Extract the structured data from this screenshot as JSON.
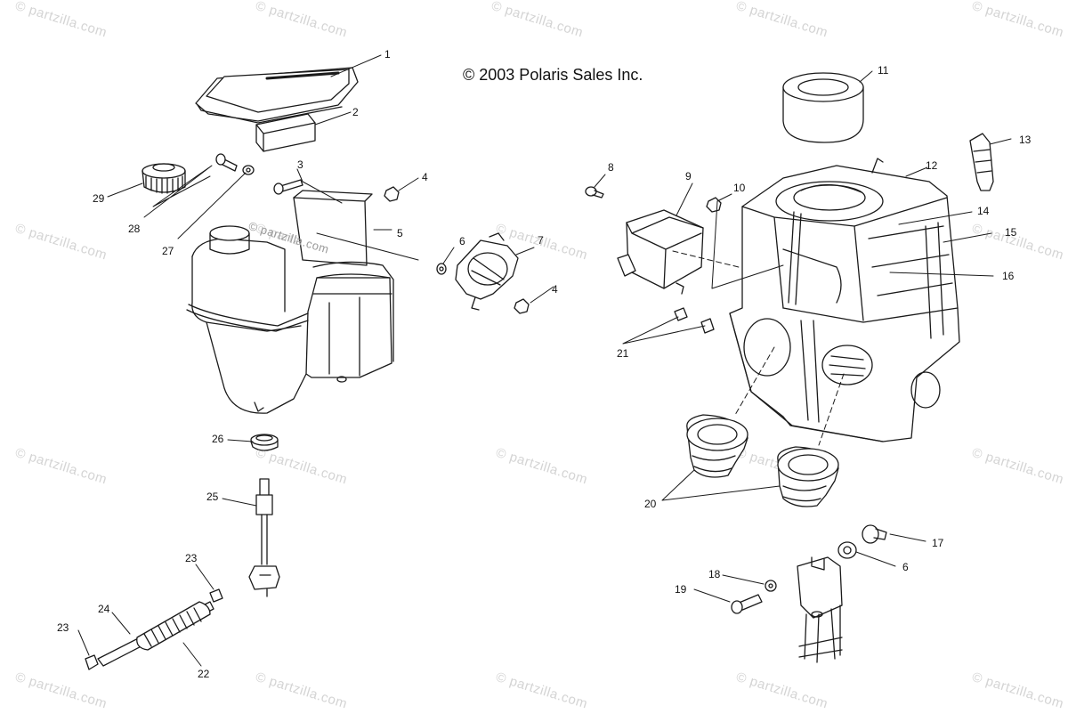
{
  "copyright": "© 2003 Polaris Sales Inc.",
  "watermark": "© partzilla.com",
  "callouts": [
    {
      "id": "c1",
      "label": "1"
    },
    {
      "id": "c2",
      "label": "2"
    },
    {
      "id": "c3",
      "label": "3"
    },
    {
      "id": "c4a",
      "label": "4"
    },
    {
      "id": "c4b",
      "label": "4"
    },
    {
      "id": "c5",
      "label": "5"
    },
    {
      "id": "c6a",
      "label": "6"
    },
    {
      "id": "c6b",
      "label": "6"
    },
    {
      "id": "c7",
      "label": "7"
    },
    {
      "id": "c8",
      "label": "8"
    },
    {
      "id": "c9",
      "label": "9"
    },
    {
      "id": "c10",
      "label": "10"
    },
    {
      "id": "c11",
      "label": "11"
    },
    {
      "id": "c12",
      "label": "12"
    },
    {
      "id": "c13",
      "label": "13"
    },
    {
      "id": "c14",
      "label": "14"
    },
    {
      "id": "c15",
      "label": "15"
    },
    {
      "id": "c16",
      "label": "16"
    },
    {
      "id": "c17",
      "label": "17"
    },
    {
      "id": "c18",
      "label": "18"
    },
    {
      "id": "c19",
      "label": "19"
    },
    {
      "id": "c20",
      "label": "20"
    },
    {
      "id": "c21",
      "label": "21"
    },
    {
      "id": "c22",
      "label": "22"
    },
    {
      "id": "c23a",
      "label": "23"
    },
    {
      "id": "c23b",
      "label": "23"
    },
    {
      "id": "c24",
      "label": "24"
    },
    {
      "id": "c25",
      "label": "25"
    },
    {
      "id": "c26",
      "label": "26"
    },
    {
      "id": "c27",
      "label": "27"
    },
    {
      "id": "c28",
      "label": "28"
    },
    {
      "id": "c29",
      "label": "29"
    }
  ]
}
